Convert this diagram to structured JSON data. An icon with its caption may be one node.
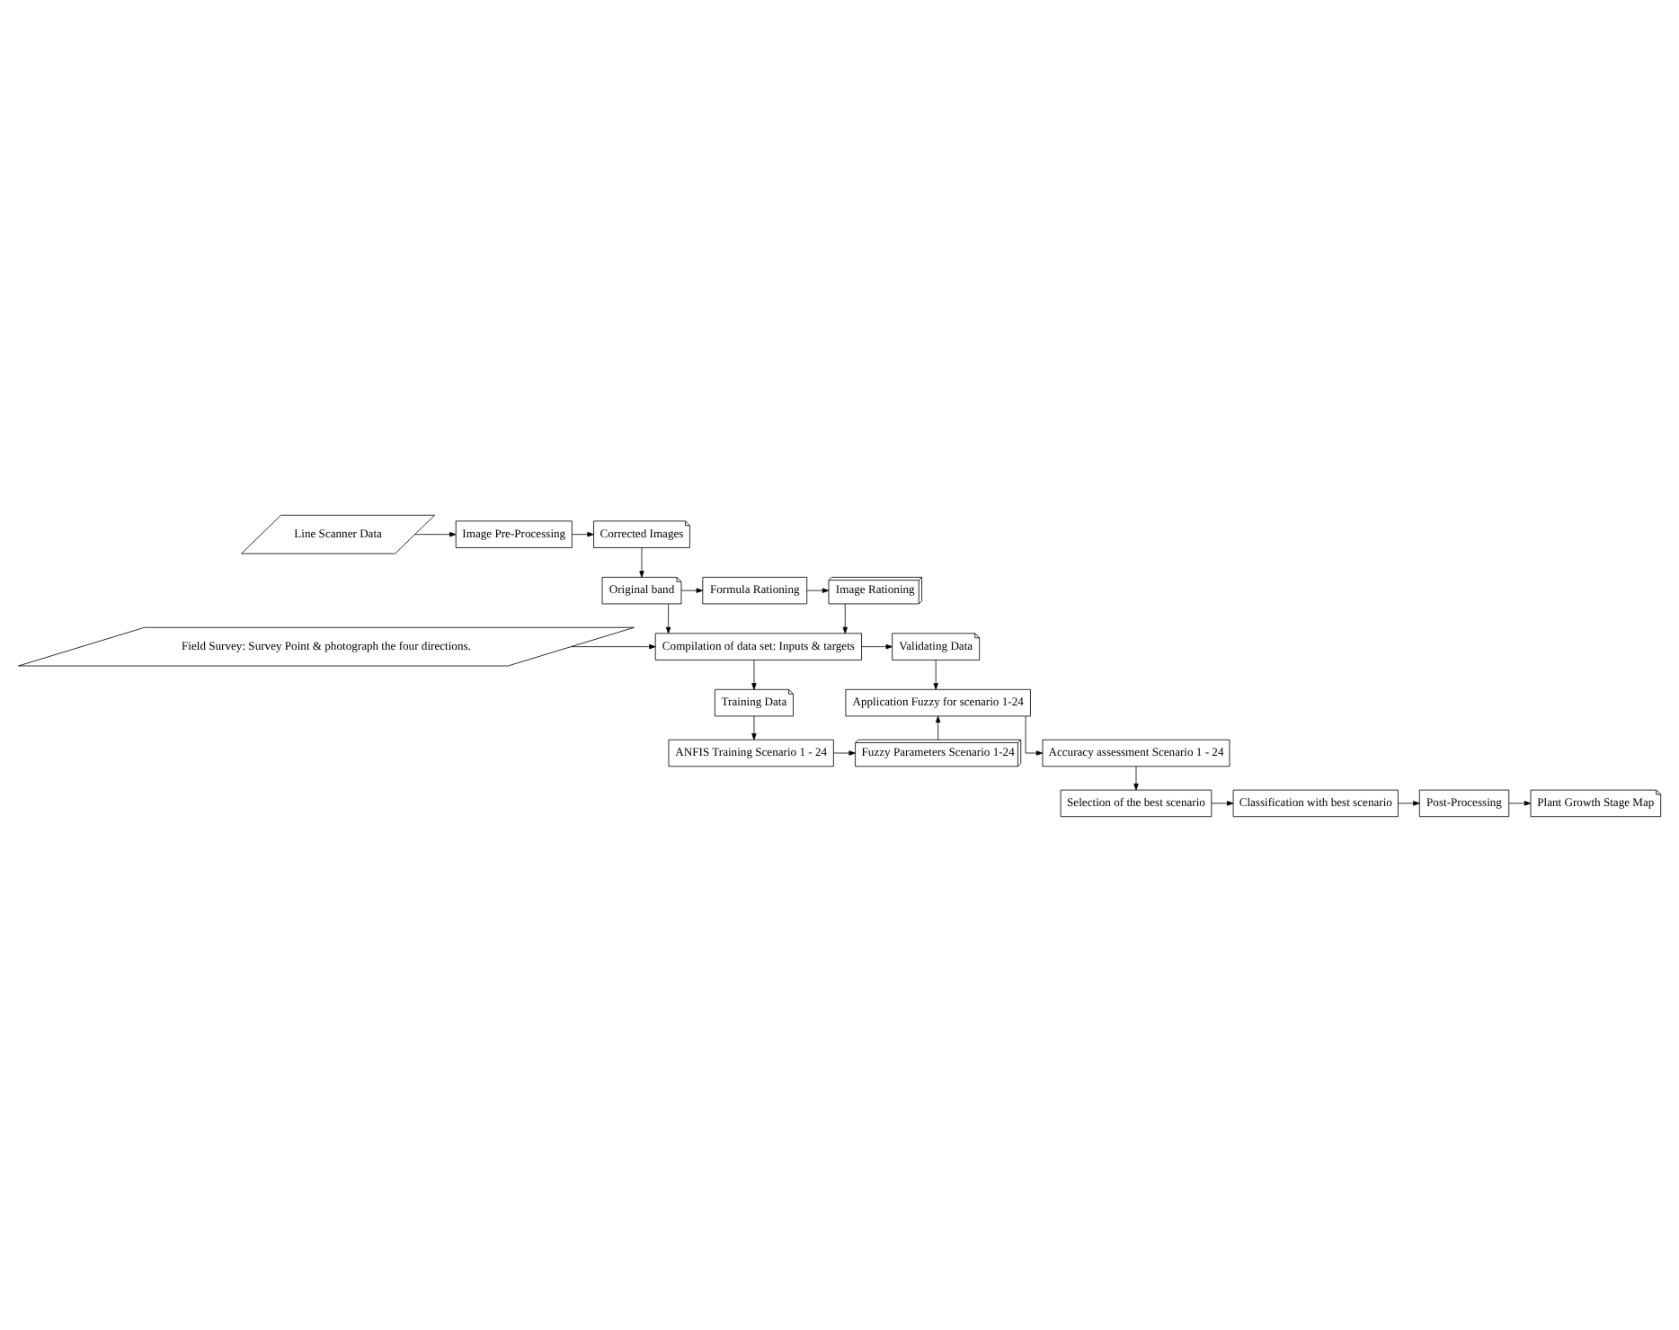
{
  "diagram": {
    "nodes": [
      {
        "text": [
          "Line Scanner Data"
        ]
      },
      {
        "text": [
          "Image Pre-Processing"
        ]
      },
      {
        "text": [
          "Corrected Images"
        ]
      },
      {
        "text": [
          "Image Rationing"
        ]
      },
      {
        "text": [
          "Formula Rationing"
        ]
      },
      {
        "text": [
          "Original band"
        ]
      },
      {
        "text": [
          "Field Survey: Survey Point & photograph the four directions."
        ]
      },
      {
        "text": [
          "Compilation of data set: Inputs & targets"
        ]
      },
      {
        "text": [
          "Validating Data"
        ]
      },
      {
        "text": [
          "Training Data"
        ]
      },
      {
        "text": [
          "Application Fuzzy for scenario 1-24"
        ]
      },
      {
        "text": [
          "ANFIS Training Scenario 1 - 24"
        ]
      },
      {
        "text": [
          "Fuzzy Parameters Scenario 1-24"
        ]
      },
      {
        "text": [
          "Accuracy assessment Scenario 1 - 24"
        ]
      },
      {
        "text": [
          "Plant Growth Stage Map"
        ]
      },
      {
        "text": [
          "Post-Processing"
        ]
      },
      {
        "text": [
          "Classification with best scenario"
        ]
      },
      {
        "text": [
          "Selection of the best scenario"
        ]
      }
    ],
    "edges": [
      {
        "from": 0,
        "to": 1,
        "arrow": "to"
      },
      {
        "from": 1,
        "to": 2,
        "arrow": "to"
      },
      {
        "from": 2,
        "to": 5,
        "arrow": "to"
      },
      {
        "from": 5,
        "to": 4,
        "arrow": "to"
      },
      {
        "from": 4,
        "to": 3,
        "arrow": "to"
      },
      {
        "from": 3,
        "to": 7,
        "arrow": "to"
      },
      {
        "from": 5,
        "to": 7,
        "arrow": "to"
      },
      {
        "from": 6,
        "to": 7,
        "arrow": "to"
      },
      {
        "from": 7,
        "to": 8,
        "arrow": "to"
      },
      {
        "from": 7,
        "to": 9,
        "arrow": "to"
      },
      {
        "from": 8,
        "to": 10,
        "arrow": "to"
      },
      {
        "from": 9,
        "to": 11,
        "arrow": "to"
      },
      {
        "from": 11,
        "to": 12,
        "arrow": "to"
      },
      {
        "from": 12,
        "to": 10,
        "arrow": "to"
      },
      {
        "from": 10,
        "to": 13,
        "arrow": "to"
      },
      {
        "from": 13,
        "to": 17,
        "arrow": "to"
      },
      {
        "from": 17,
        "to": 16,
        "arrow": "to"
      },
      {
        "from": 16,
        "to": 15,
        "arrow": "to"
      },
      {
        "from": 15,
        "to": 14,
        "arrow": "to"
      }
    ]
  }
}
